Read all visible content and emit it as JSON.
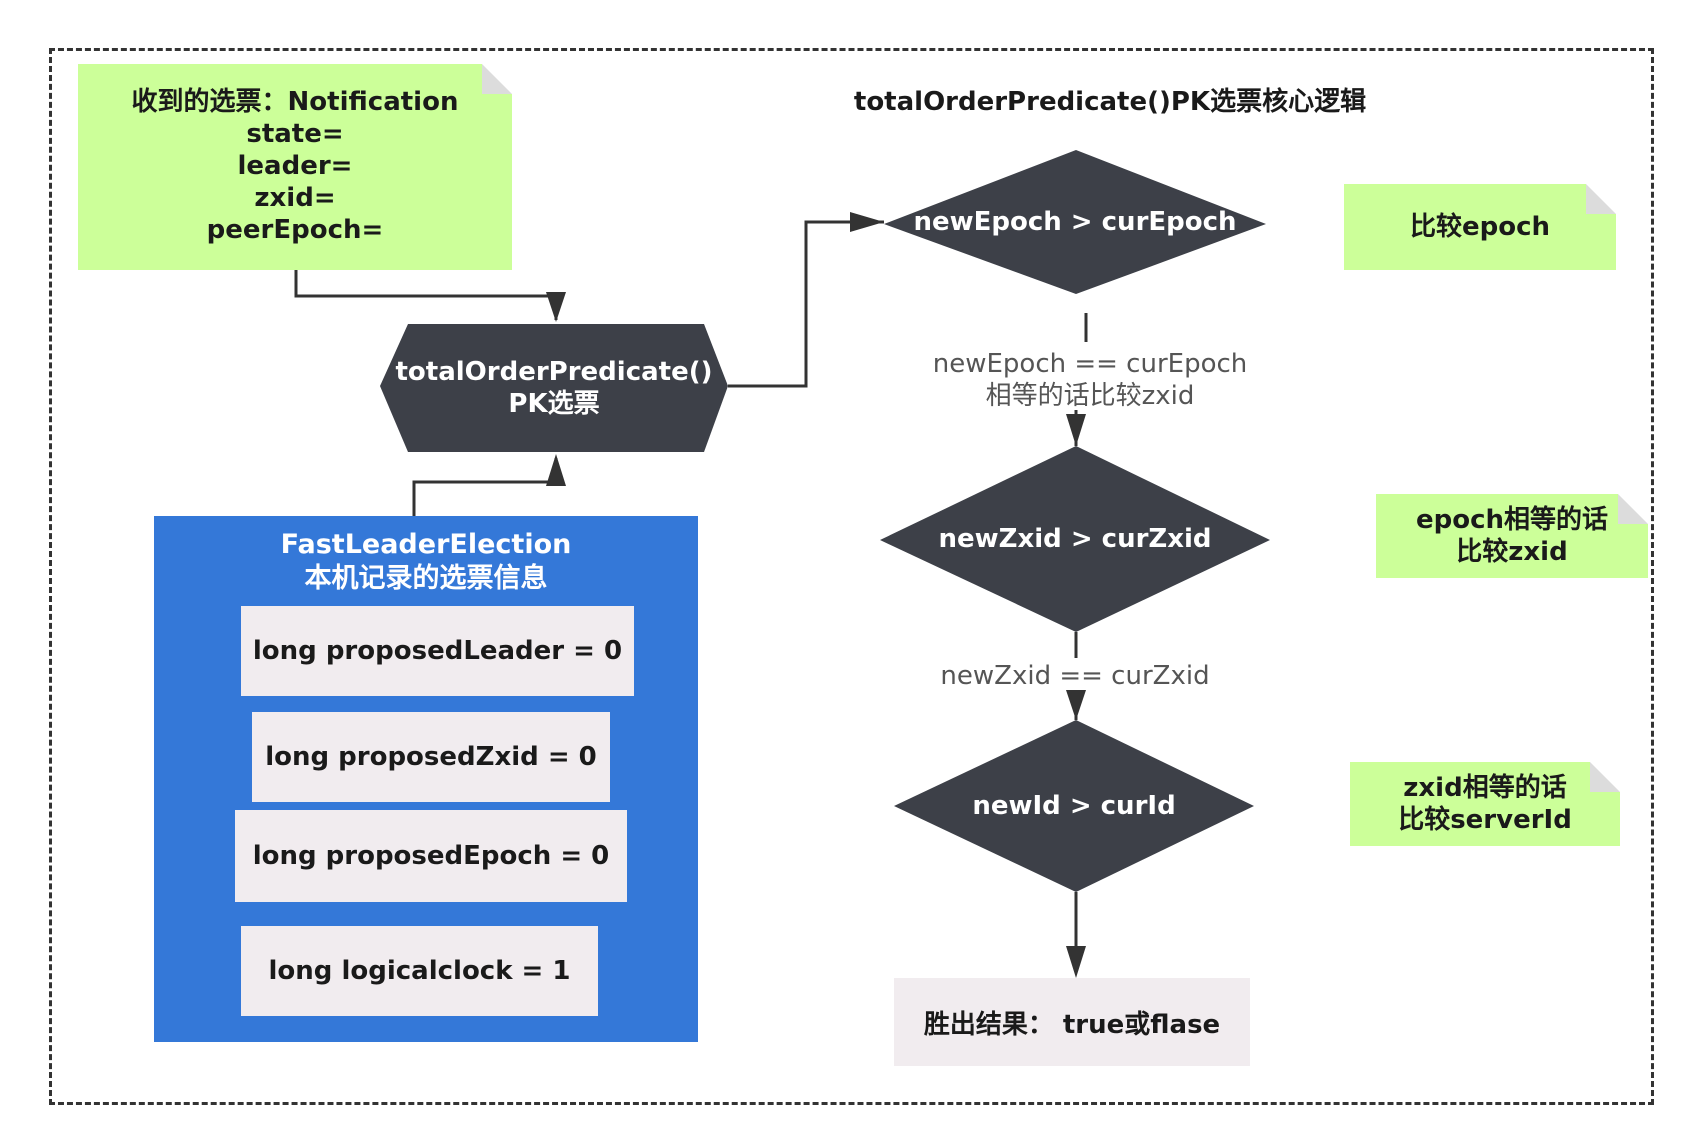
{
  "notification_note": {
    "lines": [
      "收到的选票：Notification",
      "state=",
      "leader=",
      "zxid=",
      "peerEpoch="
    ]
  },
  "pk_node": {
    "lines": [
      "totalOrderPredicate()",
      "PK选票"
    ]
  },
  "local_vote": {
    "title_lines": [
      "FastLeaderElection",
      "本机记录的选票信息"
    ],
    "fields": [
      "long proposedLeader = 0",
      "long proposedZxid = 0",
      "long proposedEpoch = 0",
      "long logicalclock = 1"
    ]
  },
  "title": "totalOrderPredicate()PK选票核心逻辑",
  "decisions": {
    "epoch": "newEpoch > curEpoch",
    "zxid": "newZxid > curZxid",
    "id": "newId > curId"
  },
  "edge_labels": {
    "epoch_equal": [
      "newEpoch == curEpoch",
      "相等的话比较zxid"
    ],
    "zxid_equal": "newZxid == curZxid"
  },
  "side_notes": {
    "epoch": [
      "比较epoch"
    ],
    "zxid": [
      "epoch相等的话",
      "比较zxid"
    ],
    "serverid": [
      "zxid相等的话",
      "比较serverId"
    ]
  },
  "result": "胜出结果： true或flase",
  "colors": {
    "note_green": "#ccff99",
    "dark_shape": "#3d4048",
    "blue_panel": "#3478d8",
    "field_bg": "#f1ecef"
  }
}
